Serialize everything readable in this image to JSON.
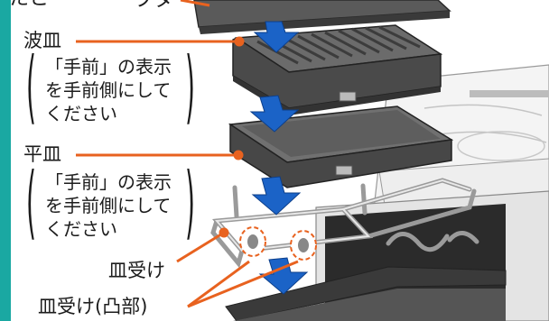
{
  "labels": {
    "top_partial": "たと",
    "lid": "フタ",
    "wave_plate": "波皿",
    "wave_note": [
      "「手前」の表示",
      "を手前側にして",
      "ください"
    ],
    "flat_plate": "平皿",
    "flat_note": [
      "「手前」の表示",
      "を手前側にして",
      "ください"
    ],
    "plate_holder": "皿受け",
    "plate_holder_bump": "皿受け(凸部)"
  },
  "colors": {
    "accent_orange": "#e8621f",
    "arrow_blue": "#1b63c7",
    "teal": "#1aa8a2",
    "plate_dark": "#4a4a4a"
  }
}
